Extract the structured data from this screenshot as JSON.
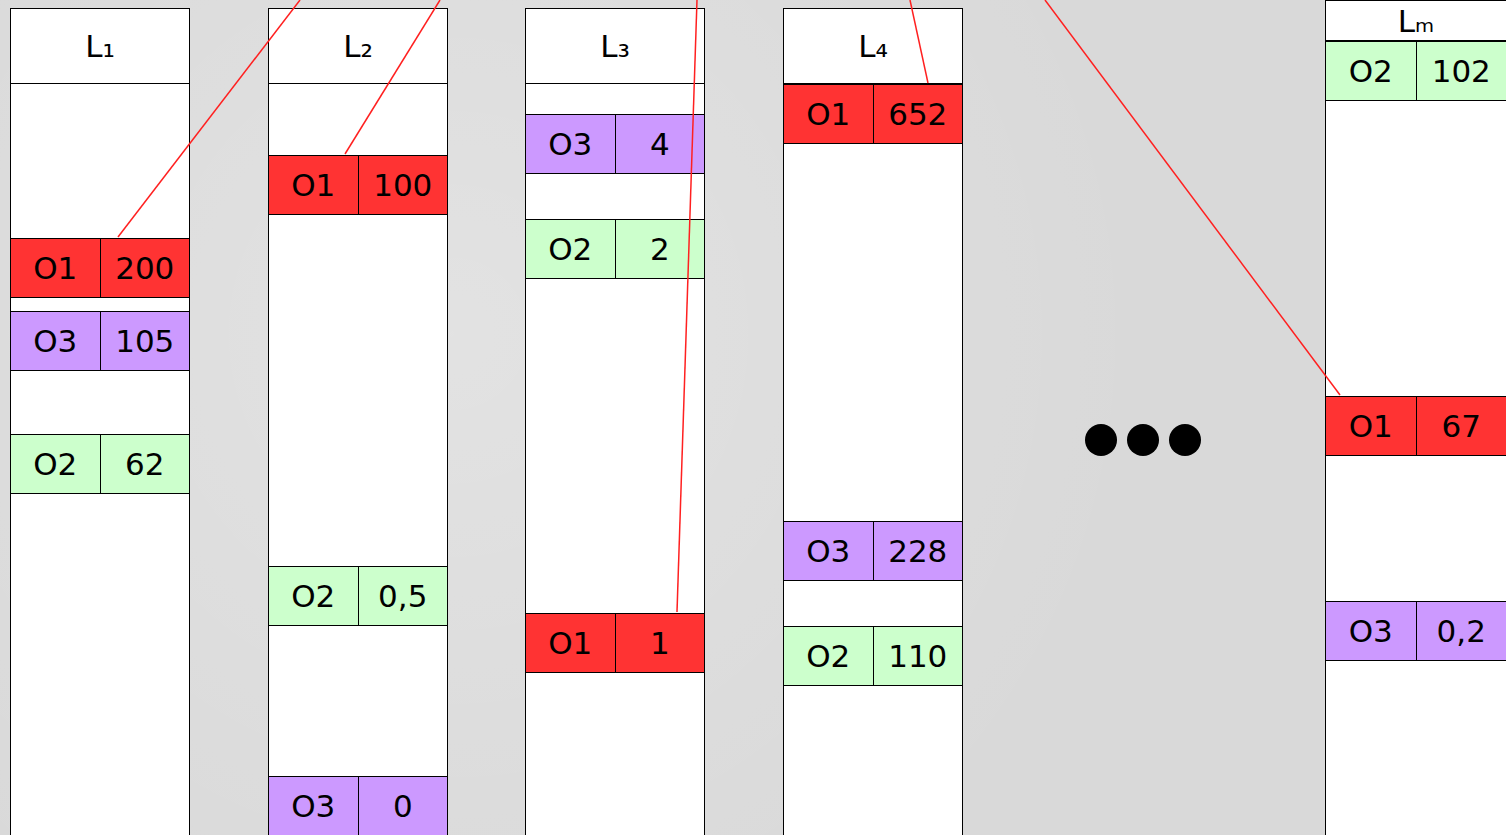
{
  "diagram": {
    "nodes": [
      {
        "text": [
          "L₁"
        ]
      },
      {
        "text": [
          "O1",
          "200"
        ],
        "in": 0
      },
      {
        "text": [
          "O3",
          "105"
        ],
        "in": 0
      },
      {
        "text": [
          "O2",
          "62"
        ],
        "in": 0
      },
      {
        "text": [
          "L₂"
        ]
      },
      {
        "text": [
          "O1",
          "100"
        ],
        "in": 4
      },
      {
        "text": [
          "O2",
          "0,5"
        ],
        "in": 4
      },
      {
        "text": [
          "O3",
          "0"
        ],
        "in": 4
      },
      {
        "text": [
          "L₃"
        ]
      },
      {
        "text": [
          "O3",
          "4"
        ],
        "in": 8
      },
      {
        "text": [
          "O2",
          "2"
        ],
        "in": 8
      },
      {
        "text": [
          "O1",
          "1"
        ],
        "in": 8
      },
      {
        "text": [
          "L₄"
        ]
      },
      {
        "text": [
          "O1",
          "652"
        ],
        "in": 12
      },
      {
        "text": [
          "O3",
          "228"
        ],
        "in": 12
      },
      {
        "text": [
          "O2",
          "110"
        ],
        "in": 12
      },
      {
        "text": [
          "Lₘ"
        ]
      },
      {
        "text": [
          "O2",
          "102"
        ],
        "in": 16
      },
      {
        "text": [
          "O1",
          "67"
        ],
        "in": 16
      },
      {
        "text": [
          "O3",
          "0,2"
        ],
        "in": 16
      }
    ]
  }
}
